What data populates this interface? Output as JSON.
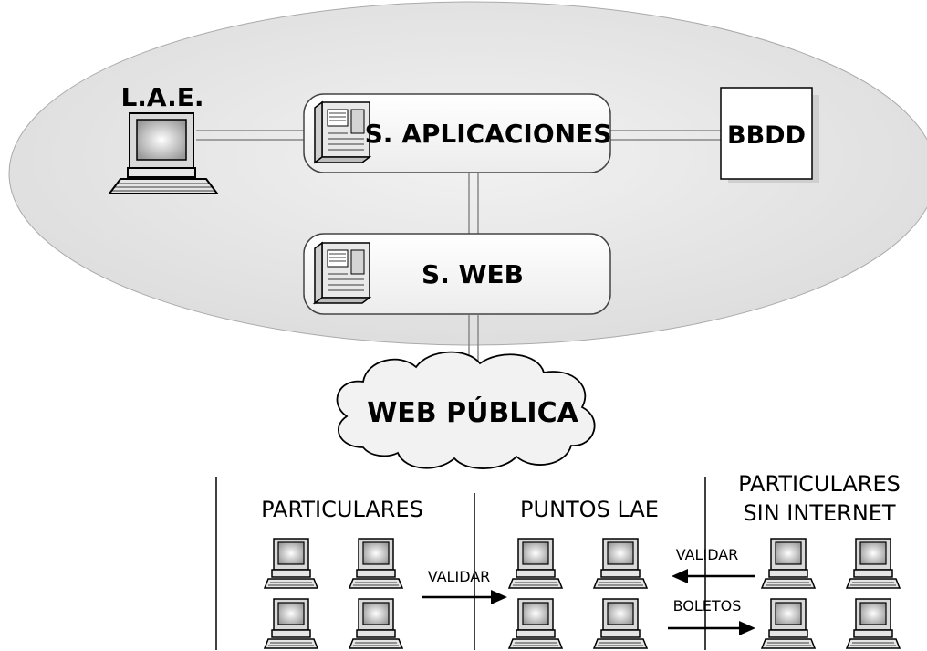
{
  "diagram": {
    "lae_label": "L.A.E.",
    "app_server_label": "S. APLICACIONES",
    "database_label": "BBDD",
    "web_server_label": "S. WEB",
    "public_web_label": "WEB PÚBLICA",
    "sections": {
      "particulares": "PARTICULARES",
      "puntos_lae": "PUNTOS LAE",
      "sin_internet_line1": "PARTICULARES",
      "sin_internet_line2": "SIN INTERNET"
    },
    "arrows": {
      "validar_left": "VALIDAR",
      "validar_right": "VALIDAR",
      "boletos": "BOLETOS"
    }
  },
  "colors": {
    "ellipse_fill": "#e6e6e6",
    "box_fill": "#f7f7f7",
    "screen_fill": "#bfbfbf",
    "text": "#000000"
  },
  "icons": {
    "server": "server-icon",
    "computer": "computer-icon",
    "cloud": "cloud-icon"
  }
}
